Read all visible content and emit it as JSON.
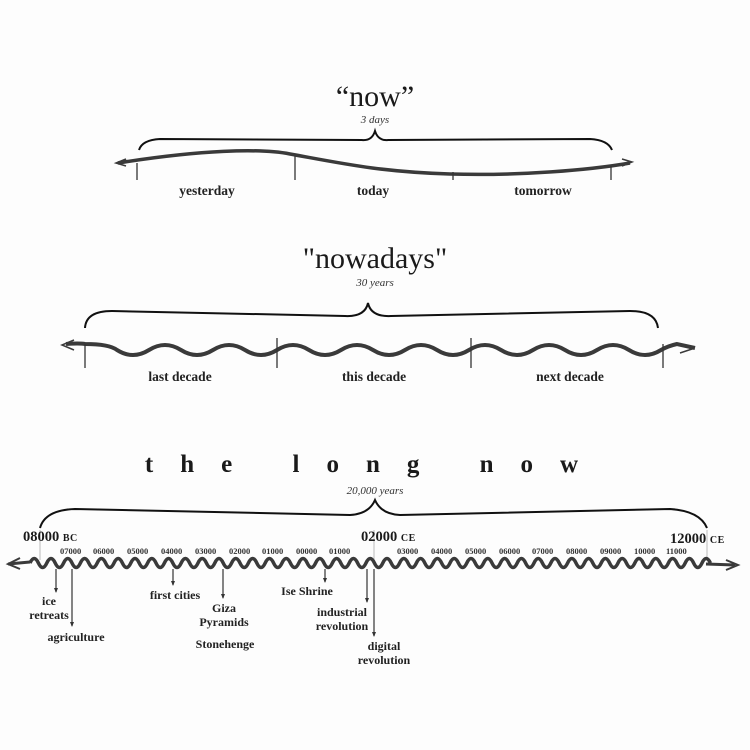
{
  "sections": {
    "now": {
      "title": "“now”",
      "span": "3 days",
      "labels": [
        "yesterday",
        "today",
        "tomorrow"
      ]
    },
    "nowadays": {
      "title": "\"nowadays\"",
      "span": "30 years",
      "labels": [
        "last decade",
        "this decade",
        "next decade"
      ]
    },
    "long_now": {
      "title": "the long now",
      "span": "20,000 years",
      "start": {
        "year": "08000",
        "era": "BC"
      },
      "middle": {
        "year": "02000",
        "era": "CE"
      },
      "end": {
        "year": "12000",
        "era": "CE"
      },
      "bc_years": [
        "07000",
        "06000",
        "05000",
        "04000",
        "03000",
        "02000",
        "01000",
        "00000",
        "01000"
      ],
      "ce_years": [
        "03000",
        "04000",
        "05000",
        "06000",
        "07000",
        "08000",
        "09000",
        "10000",
        "11000"
      ],
      "events": {
        "ice": "ice",
        "ice2": "retreats",
        "agriculture": "agriculture",
        "first_cities": "first cities",
        "giza": "Giza",
        "giza2": "Pyramids",
        "stonehenge": "Stonehenge",
        "ise": "Ise Shrine",
        "industrial": "industrial",
        "industrial2": "revolution",
        "digital": "digital",
        "digital2": "revolution"
      }
    }
  },
  "colors": {
    "ink": "#1a1a1a",
    "line": "#3a3a3a",
    "background": "#fdfdfd"
  }
}
